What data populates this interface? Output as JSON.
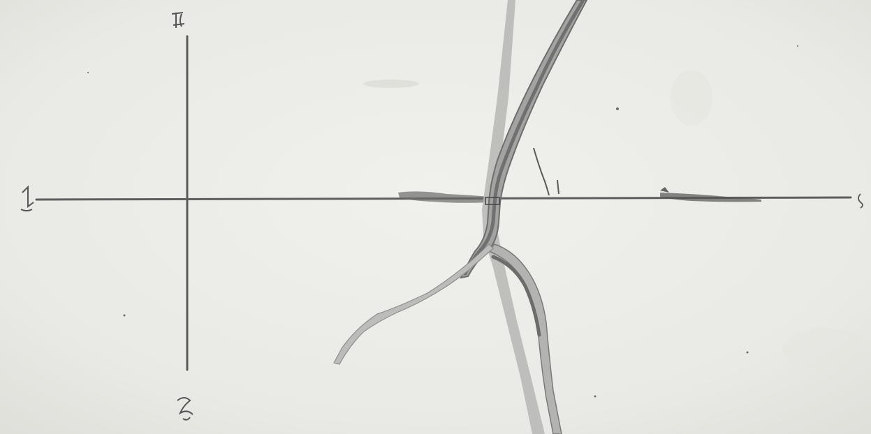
{
  "map": {
    "compass": {
      "north": "",
      "south": "",
      "east": "",
      "west": ""
    },
    "colors": {
      "paper": "#ecece8",
      "ink": "#555555",
      "wash_light": "#b8b8b6",
      "wash_dark": "#7c7c7a",
      "ink_heavy": "#3c3c3c"
    },
    "features": {
      "compass_cross": "compass-cross",
      "main_road": "road-light-wash",
      "branch_river": "river-dark-channel",
      "southwest_branch": "road-southwest-branch",
      "east_west_line": "baseline-east-west"
    }
  }
}
